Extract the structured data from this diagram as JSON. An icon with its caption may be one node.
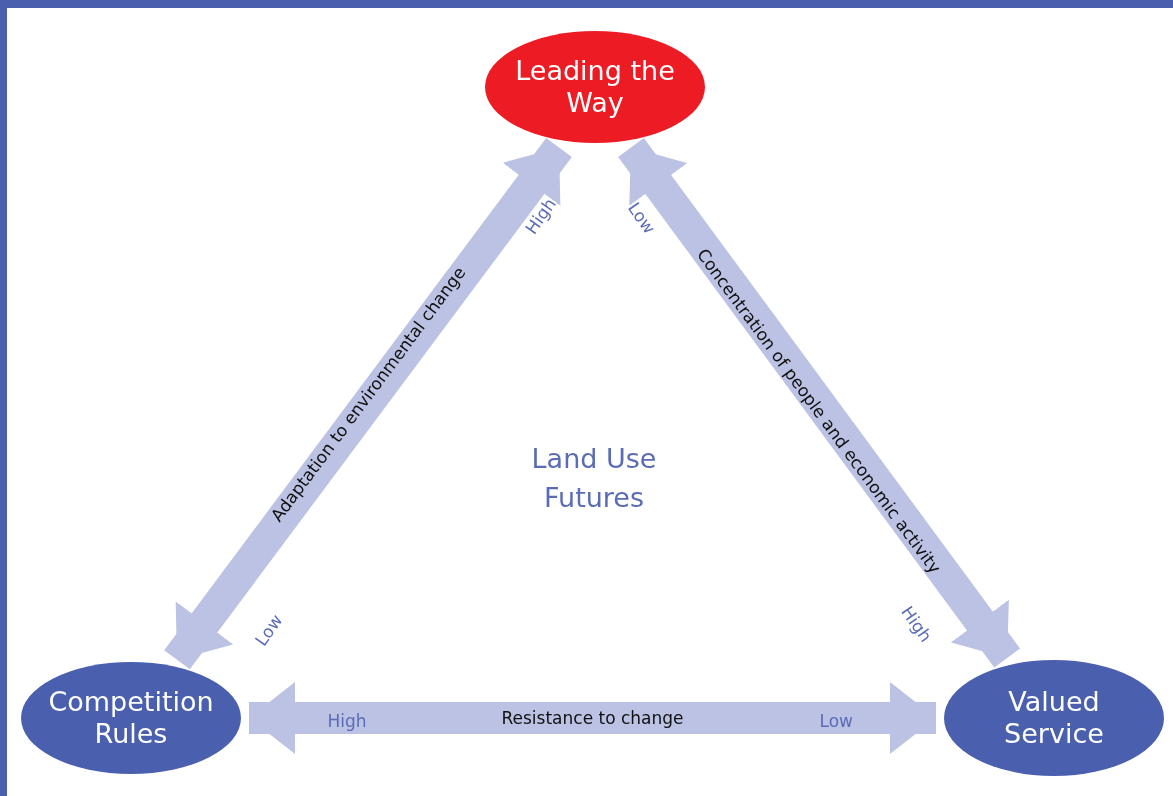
{
  "diagram": {
    "nodes": [
      {
        "text": [
          "Leading the Way"
        ]
      },
      {
        "text": [
          "Competition Rules"
        ]
      },
      {
        "text": [
          "Valued Service"
        ]
      }
    ],
    "edges": [
      {
        "from": 1,
        "to": 0,
        "arrow": "both",
        "label": "Adaptation to environmental change"
      },
      {
        "from": 0,
        "to": 2,
        "arrow": "both",
        "label": "Concentration of people and economic activity"
      },
      {
        "from": 1,
        "to": 2,
        "arrow": "both",
        "label": "Resistance to change"
      }
    ],
    "labels": [
      "High",
      "Low",
      "Land Use Futures",
      "Low",
      "High",
      "High",
      "Low"
    ]
  }
}
